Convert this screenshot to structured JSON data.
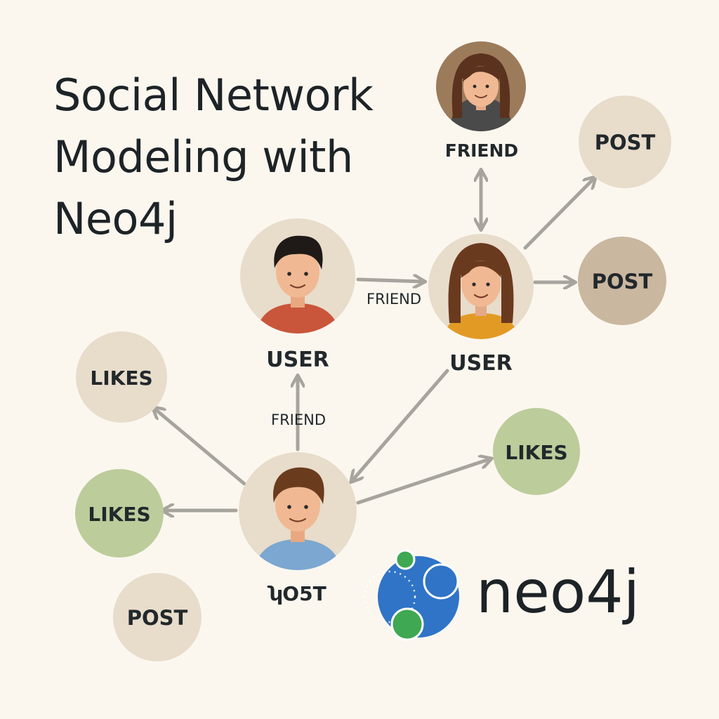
{
  "title": {
    "lines": [
      "Social Network",
      "Modeling with",
      "Neo4j"
    ]
  },
  "colors": {
    "background": "#fbf7ef",
    "node_beige": "#e8dccb",
    "node_tan": "#c9b79f",
    "node_green": "#bccc9b",
    "arrow": "#a7a49e",
    "neo4j_blue": "#2f74c7",
    "neo4j_green": "#3fa852"
  },
  "nodes": {
    "friend_top": {
      "label": "FRIEND",
      "avatar": "woman-dark-shirt"
    },
    "user_left": {
      "label": "USER",
      "avatar": "man-orange-shirt"
    },
    "user_right": {
      "label": "USER",
      "avatar": "woman-yellow-shirt"
    },
    "post_person": {
      "label": "ʮO5T",
      "avatar": "man-blue-shirt"
    },
    "post_top_right": {
      "label": "POST"
    },
    "post_mid_right": {
      "label": "POST"
    },
    "post_bottom_left": {
      "label": "POST"
    },
    "likes_top_left": {
      "label": "LIKES"
    },
    "likes_mid_left": {
      "label": "LIKES"
    },
    "likes_right": {
      "label": "LIKES"
    }
  },
  "edges": {
    "user_left_to_user_right": {
      "label": "FRIEND"
    },
    "post_person_to_user_left": {
      "label": "FRIEND"
    }
  },
  "logo": {
    "wordmark": "neo4j",
    "icon": "neo4j-logo-icon"
  }
}
